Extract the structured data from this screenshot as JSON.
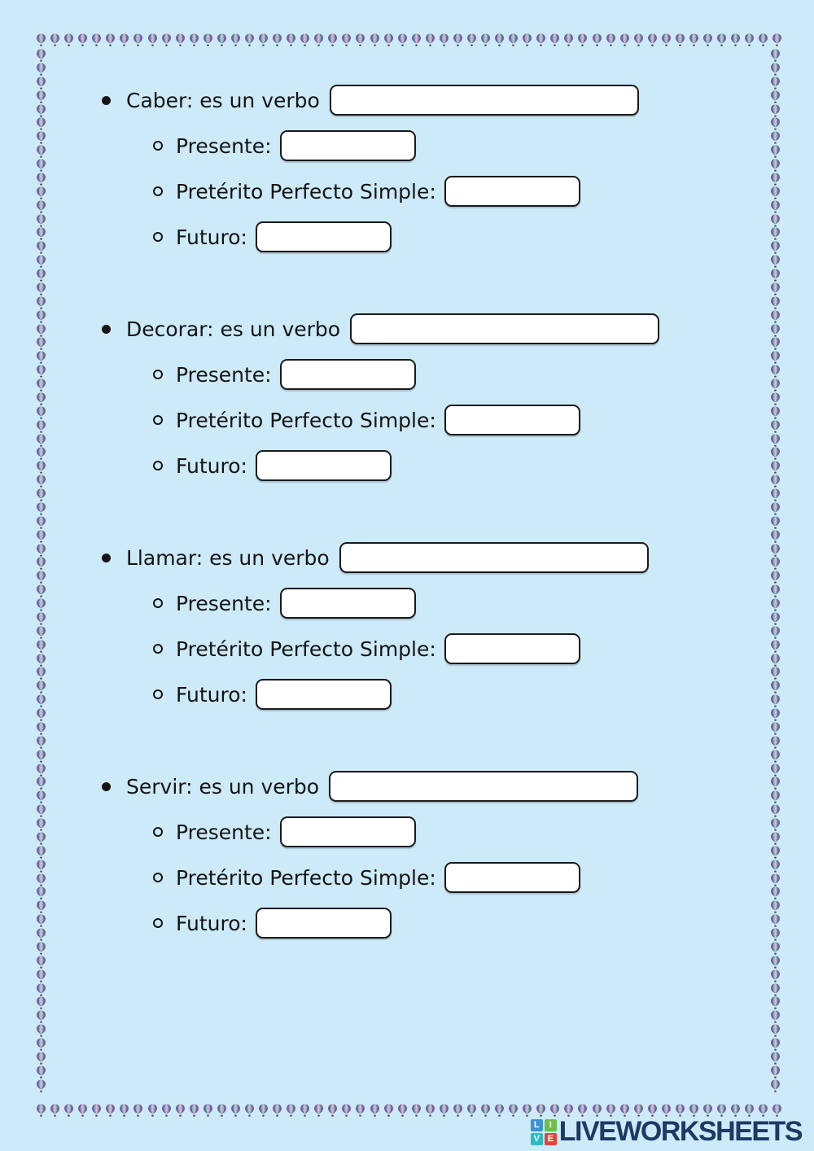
{
  "worksheet": {
    "sections": [
      {
        "title": "Caber: es un verbo",
        "title_answer": "",
        "fields": [
          {
            "label": "Presente:",
            "value": ""
          },
          {
            "label": "Pretérito Perfecto Simple:",
            "value": ""
          },
          {
            "label": "Futuro:",
            "value": ""
          }
        ]
      },
      {
        "title": "Decorar: es un verbo",
        "title_answer": "",
        "fields": [
          {
            "label": "Presente:",
            "value": ""
          },
          {
            "label": "Pretérito Perfecto Simple:",
            "value": ""
          },
          {
            "label": "Futuro:",
            "value": ""
          }
        ]
      },
      {
        "title": "Llamar: es un verbo",
        "title_answer": "",
        "fields": [
          {
            "label": "Presente:",
            "value": ""
          },
          {
            "label": "Pretérito Perfecto Simple:",
            "value": ""
          },
          {
            "label": "Futuro:",
            "value": ""
          }
        ]
      },
      {
        "title": "Servir: es un verbo",
        "title_answer": "",
        "fields": [
          {
            "label": "Presente:",
            "value": ""
          },
          {
            "label": "Pretérito Perfecto Simple:",
            "value": ""
          },
          {
            "label": "Futuro:",
            "value": ""
          }
        ]
      }
    ]
  },
  "footer": {
    "brand": "LIVEWORKSHEETS",
    "logo_tiles": [
      {
        "letter": "L",
        "color": "#3f92d2"
      },
      {
        "letter": "I",
        "color": "#6ebe46"
      },
      {
        "letter": "V",
        "color": "#2fb9c3"
      },
      {
        "letter": "E",
        "color": "#e6433a"
      }
    ]
  },
  "icons": {
    "border_balloon": "hot-air-balloon-icon"
  },
  "colors": {
    "background": "#cdeaf9",
    "text": "#141414",
    "input_border": "#1a1a1a",
    "input_bg": "#ffffff",
    "brand_navy": "#1b3a66",
    "balloon_purple": "#7b57a8",
    "balloon_teal": "#74bfae",
    "balloon_pink": "#e5b4d6",
    "balloon_basket": "#44414b"
  }
}
